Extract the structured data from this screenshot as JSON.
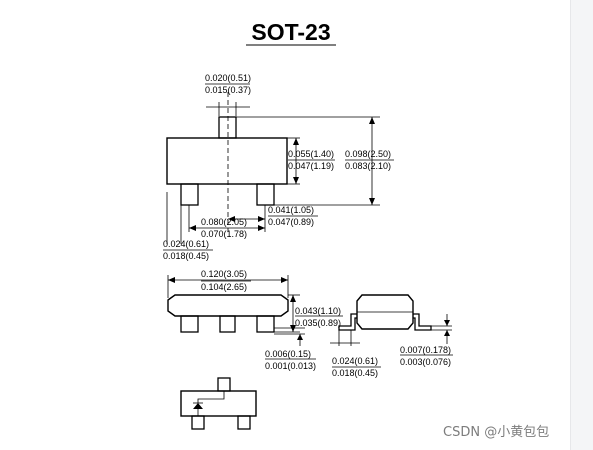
{
  "title": "SOT-23",
  "dimensions": {
    "lead_width_top": {
      "max": "0.020(0.51)",
      "min": "0.015(0.37)"
    },
    "body_width_side": {
      "max": "0.055(1.40)",
      "min": "0.047(1.19)"
    },
    "overall_height": {
      "max": "0.098(2.50)",
      "min": "0.083(2.10)"
    },
    "pin_pitch": {
      "max": "0.080(2.05)",
      "min": "0.070(1.78)"
    },
    "half_pitch": {
      "max": "0.041(1.05)",
      "min": "0.047(0.89)"
    },
    "lead_width_bottom": {
      "max": "0.024(0.61)",
      "min": "0.018(0.45)"
    },
    "body_length": {
      "max": "0.120(3.05)",
      "min": "0.104(2.65)"
    },
    "body_thickness": {
      "max": "0.043(1.10)",
      "min": "0.035(0.89)"
    },
    "standoff": {
      "max": "0.006(0.15)",
      "min": "0.001(0.013)"
    },
    "foot_length": {
      "max": "0.024(0.61)",
      "min": "0.018(0.45)"
    },
    "lead_thickness": {
      "max": "0.007(0.178)",
      "min": "0.003(0.076)"
    }
  },
  "watermark": "CSDN @小黄包包",
  "colors": {
    "line": "#000000",
    "watermark": "#7c7c7c",
    "rail": "#f4f5f7"
  }
}
